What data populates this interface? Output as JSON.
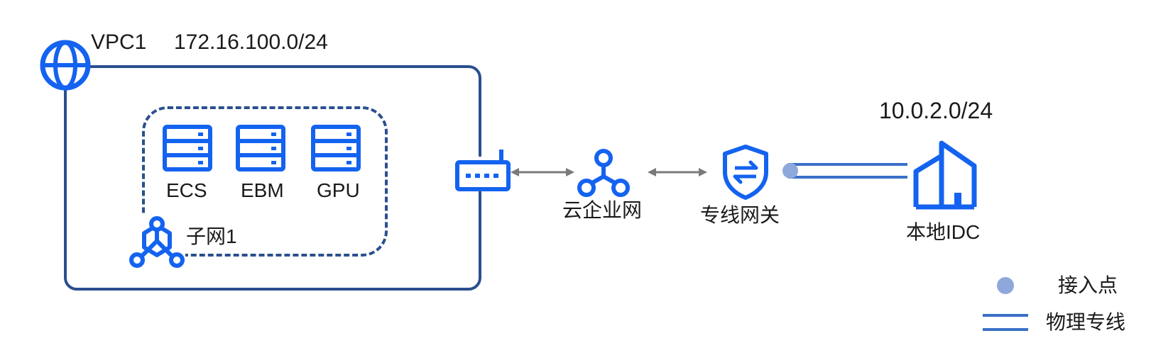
{
  "vpc": {
    "name": "VPC1",
    "cidr": "172.16.100.0/24"
  },
  "subnet": {
    "label": "子网1"
  },
  "instances": [
    {
      "label": "ECS"
    },
    {
      "label": "EBM"
    },
    {
      "label": "GPU"
    }
  ],
  "cen": {
    "label": "云企业网"
  },
  "gateway": {
    "label": "专线网关"
  },
  "idc": {
    "label": "本地IDC",
    "cidr": "10.0.2.0/24"
  },
  "legend": {
    "access_point": "接入点",
    "physical_line": "物理专线"
  },
  "colors": {
    "icon_blue": "#1463f0",
    "box_border": "#2b4f8f",
    "line_blue": "#3a6fc8",
    "dot": "#8fa8dc",
    "arrow_gray": "#7a7a7a"
  }
}
